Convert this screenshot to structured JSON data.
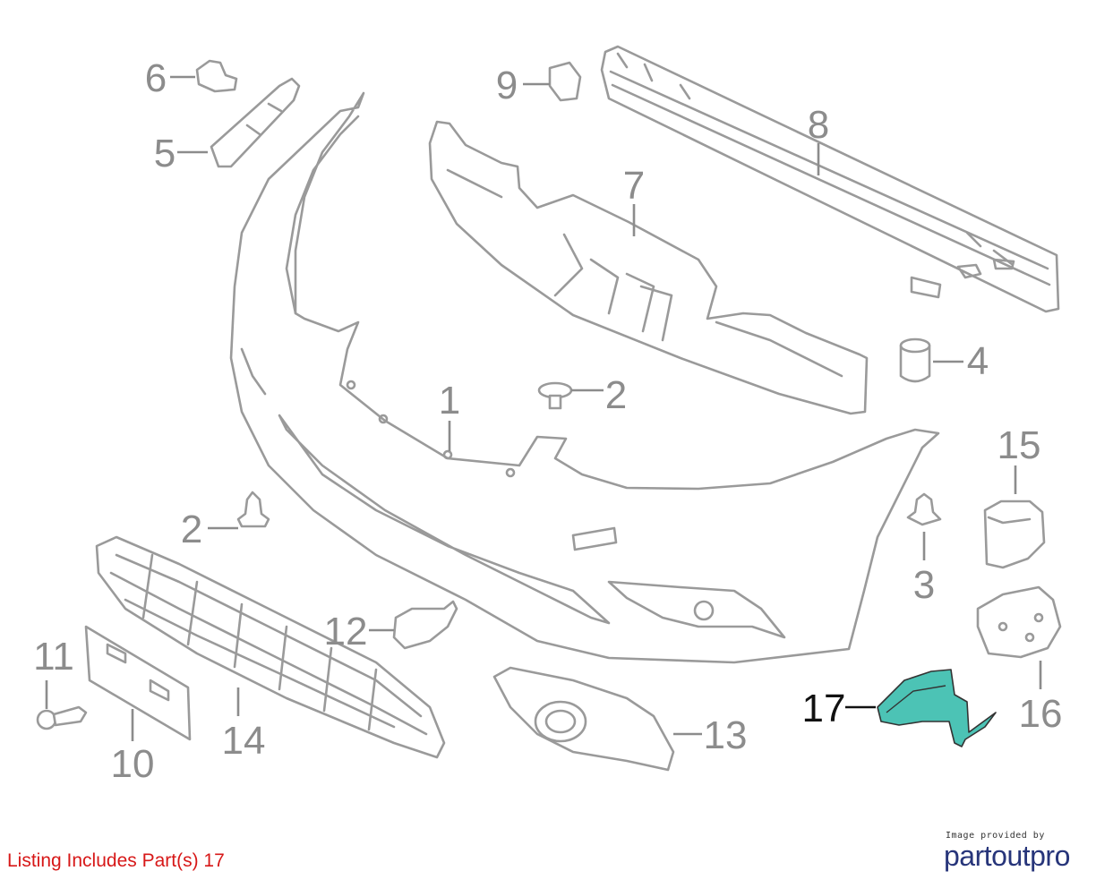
{
  "diagram": {
    "accent_color": "#4cc3b5",
    "callouts": [
      {
        "id": "c1",
        "label": "1"
      },
      {
        "id": "c2a",
        "label": "2"
      },
      {
        "id": "c2b",
        "label": "2"
      },
      {
        "id": "c3",
        "label": "3"
      },
      {
        "id": "c4",
        "label": "4"
      },
      {
        "id": "c5",
        "label": "5"
      },
      {
        "id": "c6",
        "label": "6"
      },
      {
        "id": "c7",
        "label": "7"
      },
      {
        "id": "c8",
        "label": "8"
      },
      {
        "id": "c9",
        "label": "9"
      },
      {
        "id": "c10",
        "label": "10"
      },
      {
        "id": "c11",
        "label": "11"
      },
      {
        "id": "c12",
        "label": "12"
      },
      {
        "id": "c13",
        "label": "13"
      },
      {
        "id": "c14",
        "label": "14"
      },
      {
        "id": "c15",
        "label": "15"
      },
      {
        "id": "c16",
        "label": "16"
      },
      {
        "id": "c17",
        "label": "17"
      }
    ]
  },
  "caption": {
    "text": "Listing Includes Part(s)  17"
  },
  "credit": {
    "small_text": "Image provided by",
    "brand": "partoutpro"
  }
}
